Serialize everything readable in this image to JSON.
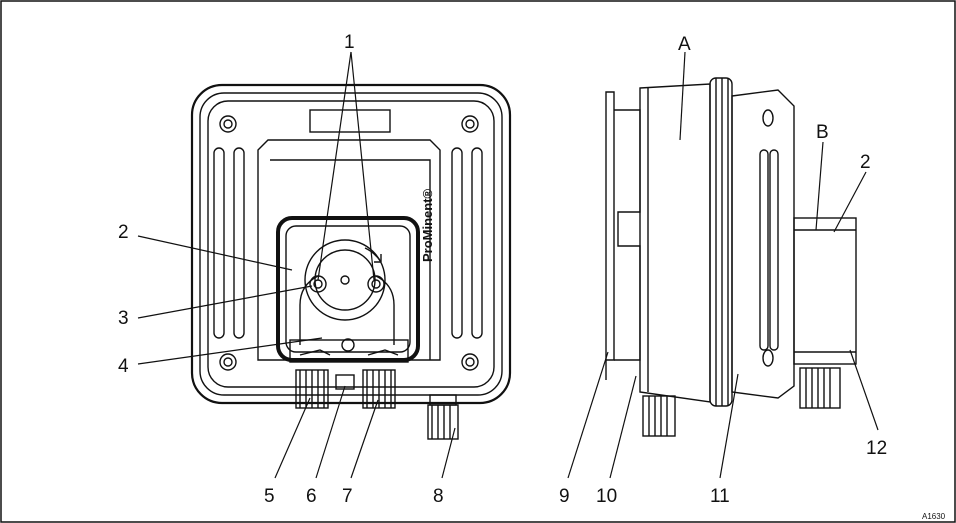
{
  "figure": {
    "id_code": "A1630",
    "brand": "ProMinent®"
  },
  "callouts": {
    "c1": "1",
    "c2_left": "2",
    "c3": "3",
    "c4": "4",
    "c5": "5",
    "c6": "6",
    "c7": "7",
    "c8": "8",
    "c9": "9",
    "c10": "10",
    "c11": "11",
    "c12": "12",
    "cA": "A",
    "cB": "B",
    "c2_right": "2"
  }
}
